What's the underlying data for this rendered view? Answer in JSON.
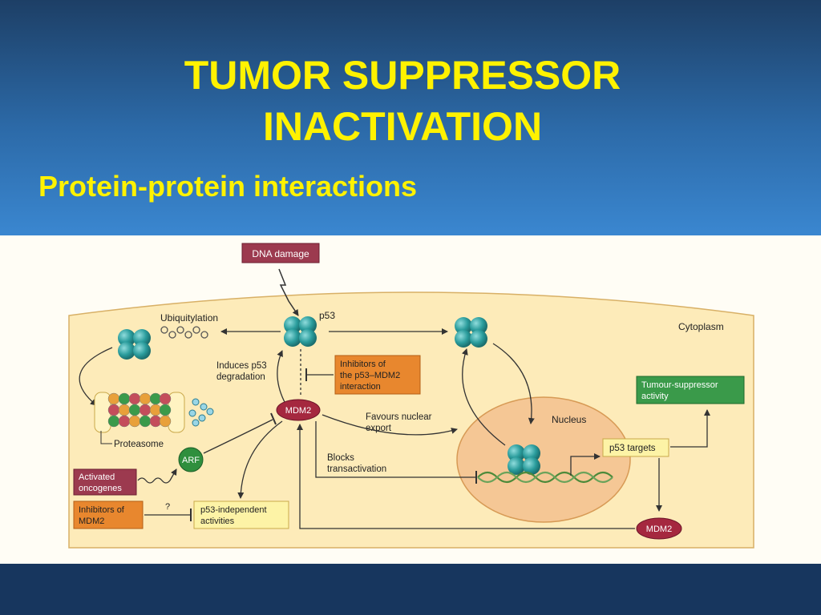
{
  "slide": {
    "title_line1": "TUMOR SUPPRESSOR",
    "title_line2": "INACTIVATION",
    "subtitle": "Protein-protein interactions"
  },
  "diagram": {
    "dna_damage": "DNA damage",
    "p53": "p53",
    "ubiquitylation": "Ubiquitylation",
    "cytoplasm": "Cytoplasm",
    "induces_line1": "Induces p53",
    "induces_line2": "degradation",
    "inhibitors_p53_line1": "Inhibitors of",
    "inhibitors_p53_line2": "the p53–MDM2",
    "inhibitors_p53_line3": "interaction",
    "mdm2": "MDM2",
    "favours_line1": "Favours nuclear",
    "favours_line2": "export",
    "proteasome": "Proteasome",
    "arf": "ARF",
    "activated_line1": "Activated",
    "activated_line2": "oncogenes",
    "blocks_line1": "Blocks",
    "blocks_line2": "transactivation",
    "nucleus": "Nucleus",
    "p53_targets": "p53 targets",
    "tumour_line1": "Tumour-suppressor",
    "tumour_line2": "activity",
    "inhibitors_mdm2_line1": "Inhibitors of",
    "inhibitors_mdm2_line2": "MDM2",
    "question_mark": "?",
    "p53_indep_line1": "p53-independent",
    "p53_indep_line2": "activities",
    "mdm2_nuclear": "MDM2"
  },
  "colors": {
    "title": "#fff200",
    "dna_damage_box": "#9c3a4f",
    "orange_box": "#e8872e",
    "green_box": "#3a9a4a",
    "yellow_box": "#fdf3a6",
    "mdm2_oval": "#a5283f",
    "arf_circle": "#2f8f3d",
    "p53_protein": "#2a9c9c",
    "cell_fill": "#fdebb9",
    "nucleus_fill": "#f5c795"
  }
}
